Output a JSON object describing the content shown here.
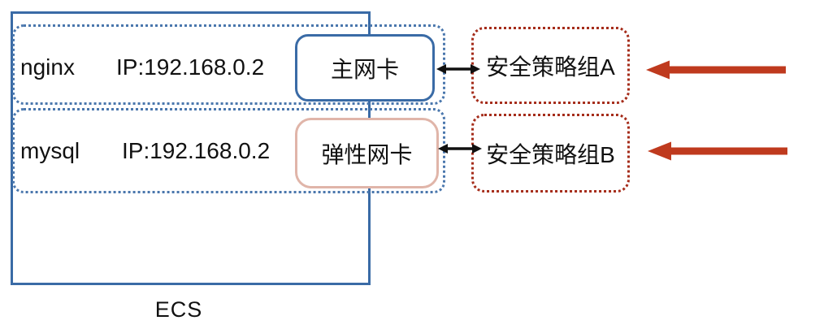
{
  "diagram": {
    "ecs_label": "ECS",
    "rows": [
      {
        "service": "nginx",
        "ip": "IP:192.168.0.2",
        "nic": "主网卡",
        "policy": "安全策略组A"
      },
      {
        "service": "mysql",
        "ip": "IP:192.168.0.2",
        "nic": "弹性网卡",
        "policy": "安全策略组B"
      }
    ],
    "colors": {
      "ecs_border": "#3a6ba6",
      "row_dotted_border": "#4a77ad",
      "primary_nic_border": "#3a6ba6",
      "elastic_nic_border": "#e0b5a9",
      "policy_dotted_border": "#a52c1a",
      "red_arrow": "#bf3a1e",
      "black_arrow": "#111111",
      "text": "#111111"
    }
  }
}
